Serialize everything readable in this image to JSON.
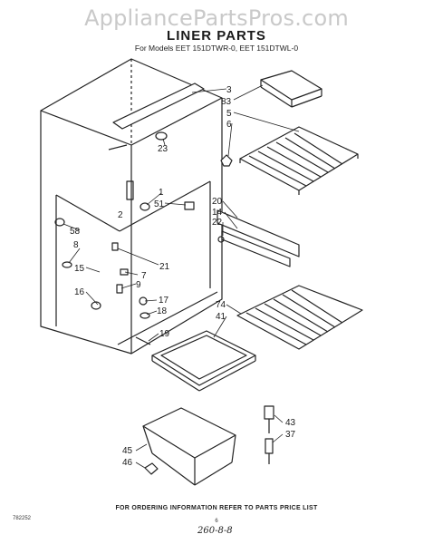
{
  "watermark": "AppliancePartsPros.com",
  "title": "LINER PARTS",
  "subtitle": "For Models EET 151DTWR-0, EET 151DTWL-0",
  "footer": "FOR ORDERING INFORMATION REFER TO PARTS PRICE LIST",
  "code": "782252",
  "page_number": "6",
  "handwritten_ref": "260-8-8",
  "callouts": {
    "c3": "3",
    "c83": "83",
    "c5": "5",
    "c6": "6",
    "c23": "23",
    "c1": "1",
    "c2": "2",
    "c51": "51",
    "c20": "20",
    "c14": "14",
    "c22": "22",
    "c58": "58",
    "c8": "8",
    "c21": "21",
    "c15": "15",
    "c7": "7",
    "c9": "9",
    "c16": "16",
    "c17": "17",
    "c18": "18",
    "c74": "74",
    "c41": "41",
    "c19": "19",
    "c43": "43",
    "c37": "37",
    "c45": "45",
    "c46": "46"
  }
}
